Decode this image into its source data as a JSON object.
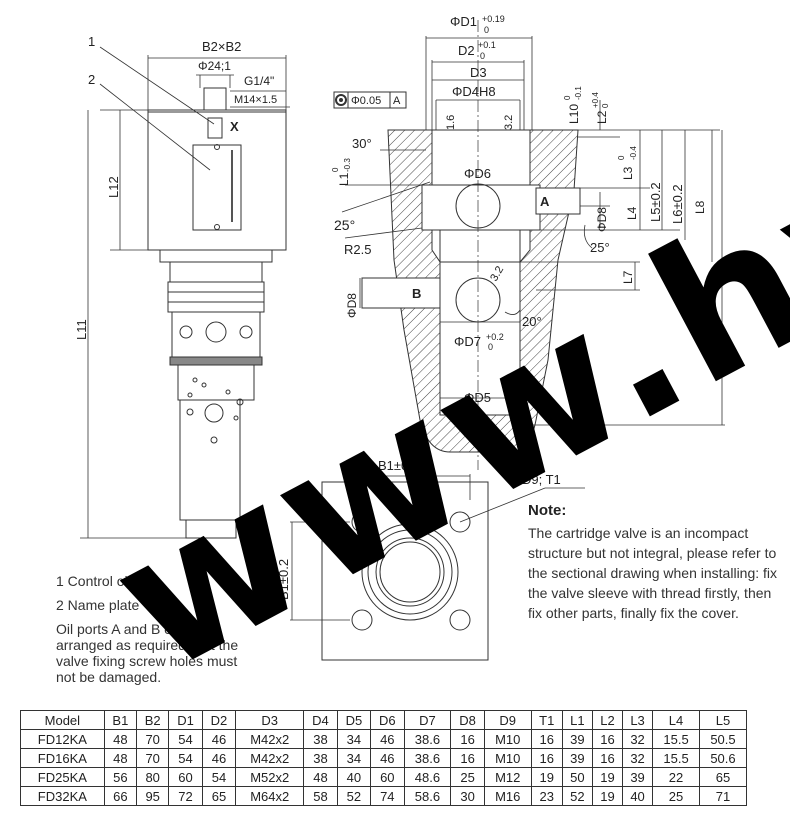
{
  "drawing_labels": {
    "callout_1": "1",
    "callout_2": "2",
    "b2xb2": "B2×B2",
    "phi24": "Φ24;1",
    "g14": "G1/4\"",
    "m14": "M14×1.5",
    "x_port": "X",
    "l12": "L12",
    "l11": "L11",
    "phi_d1": "ΦD1",
    "phi_d1_tol_up": "+0.19",
    "phi_d1_tol_low": "0",
    "d2": "D2",
    "d2_tol_up": "+0.1",
    "d2_tol_low": "0",
    "d3": "D3",
    "phi_d4h8": "ΦD4H8",
    "phi005": "Φ0.05",
    "datum_a": "A",
    "l10": "L10",
    "l10_tol_up": "0",
    "l10_tol_low": "-0.1",
    "l2": "L2",
    "l2_tol_up": "+0.4",
    "l2_tol_low": "0",
    "finish_16": "1.6",
    "finish_32_top": "3.2",
    "angle_30": "30°",
    "l1": "L1",
    "l1_tol_up": "0",
    "l1_tol_low": "-0.3",
    "l3": "L3",
    "l3_tol_up": "0",
    "l3_tol_low": "-0.4",
    "phi_d6": "ΦD6",
    "port_a": "A",
    "phi_d8_right": "ΦD8",
    "l4": "L4",
    "l5": "L5±0.2",
    "l6": "L6±0.2",
    "l8": "L8",
    "angle_25_left": "25°",
    "angle_25_right": "25°",
    "r25": "R2.5",
    "l7": "L7",
    "l9": "L9",
    "finish_32_mid": "3.2",
    "phi_d8_left": "ΦD8",
    "port_b": "B",
    "angle_20": "20°",
    "phi_d7": "ΦD7",
    "d7_tol_up": "+0.2",
    "d7_tol_low": "0",
    "phi_d5": "ΦD5",
    "b1_top": "B1±0.2",
    "d9t1": "D9; T1",
    "b1_left": "B1±0.2"
  },
  "note": {
    "title": "Note:",
    "body": "The cartridge valve is an incompact structure but not integral, please refer to the sectional drawing when installing: fix the valve sleeve with thread firstly, then fix other parts, finally fix the cover."
  },
  "legend": {
    "line1": "1 Control oil port",
    "line2": "2 Name plate",
    "line3": "Oil ports A and B can be arranged as required. But the valve fixing screw holes must not be damaged."
  },
  "table": {
    "headers": [
      "Model",
      "B1",
      "B2",
      "D1",
      "D2",
      "D3",
      "D4",
      "D5",
      "D6",
      "D7",
      "D8",
      "D9",
      "T1",
      "L1",
      "L2",
      "L3",
      "L4",
      "L5"
    ],
    "rows": [
      [
        "FD12KA",
        "48",
        "70",
        "54",
        "46",
        "M42x2",
        "38",
        "34",
        "46",
        "38.6",
        "16",
        "M10",
        "16",
        "39",
        "16",
        "32",
        "15.5",
        "50.5"
      ],
      [
        "FD16KA",
        "48",
        "70",
        "54",
        "46",
        "M42x2",
        "38",
        "34",
        "46",
        "38.6",
        "16",
        "M10",
        "16",
        "39",
        "16",
        "32",
        "15.5",
        "50.6"
      ],
      [
        "FD25KA",
        "56",
        "80",
        "60",
        "54",
        "M52x2",
        "48",
        "40",
        "60",
        "48.6",
        "25",
        "M12",
        "19",
        "50",
        "19",
        "39",
        "22",
        "65"
      ],
      [
        "FD32KA",
        "66",
        "95",
        "72",
        "65",
        "M64x2",
        "58",
        "52",
        "74",
        "58.6",
        "30",
        "M16",
        "23",
        "52",
        "19",
        "40",
        "25",
        "71"
      ]
    ]
  },
  "watermark": "www.hyd"
}
